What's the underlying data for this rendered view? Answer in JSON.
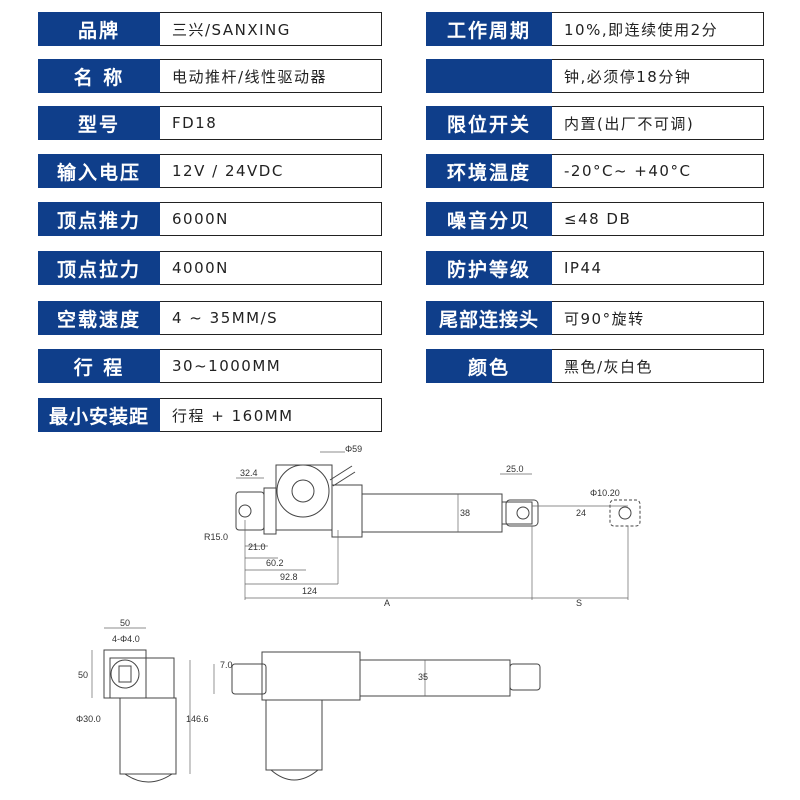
{
  "left_specs": [
    {
      "label": "品牌",
      "value": "三兴/SANXING"
    },
    {
      "label": "名 称",
      "value": "电动推杆/线性驱动器"
    },
    {
      "label": "型号",
      "value": "FD18"
    },
    {
      "label": "输入电压",
      "value": "12V / 24VDC"
    },
    {
      "label": "顶点推力",
      "value": "6000N"
    },
    {
      "label": "顶点拉力",
      "value": "4000N"
    },
    {
      "label": "空载速度",
      "value": "4 ~ 35MM/S"
    },
    {
      "label": "行 程",
      "value": "30~1000MM"
    },
    {
      "label": "最小安装距",
      "value": "行程 + 160MM"
    }
  ],
  "right_specs": [
    {
      "label": "工作周期",
      "value": "10%,即连续使用2分"
    },
    {
      "label": "",
      "value": "钟,必须停18分钟"
    },
    {
      "label": "限位开关",
      "value": "内置(出厂不可调)"
    },
    {
      "label": "环境温度",
      "value": "-20°C~ +40°C"
    },
    {
      "label": "噪音分贝",
      "value": "≤48 DB"
    },
    {
      "label": "防护等级",
      "value": "IP44"
    },
    {
      "label": "尾部连接头",
      "value": "可90°旋转"
    },
    {
      "label": "颜色",
      "value": "黑色/灰白色"
    }
  ],
  "drawing_labels": {
    "motor_dia": "Φ59",
    "d_32_4": "32.4",
    "r15": "R15.0",
    "d_21": "21.0",
    "d_60_2": "60.2",
    "d_92_8": "92.8",
    "d_124": "124",
    "dim_a": "A",
    "d_25": "25.0",
    "hole_dia": "Φ10.20",
    "d_38": "38",
    "d_24": "24",
    "dim_s": "S",
    "d_50": "50",
    "holes": "4-Φ4.0",
    "d_50v": "50",
    "d_146": "146.6",
    "d_30": "Φ30.0",
    "d_7": "7.0",
    "d_35": "35"
  }
}
